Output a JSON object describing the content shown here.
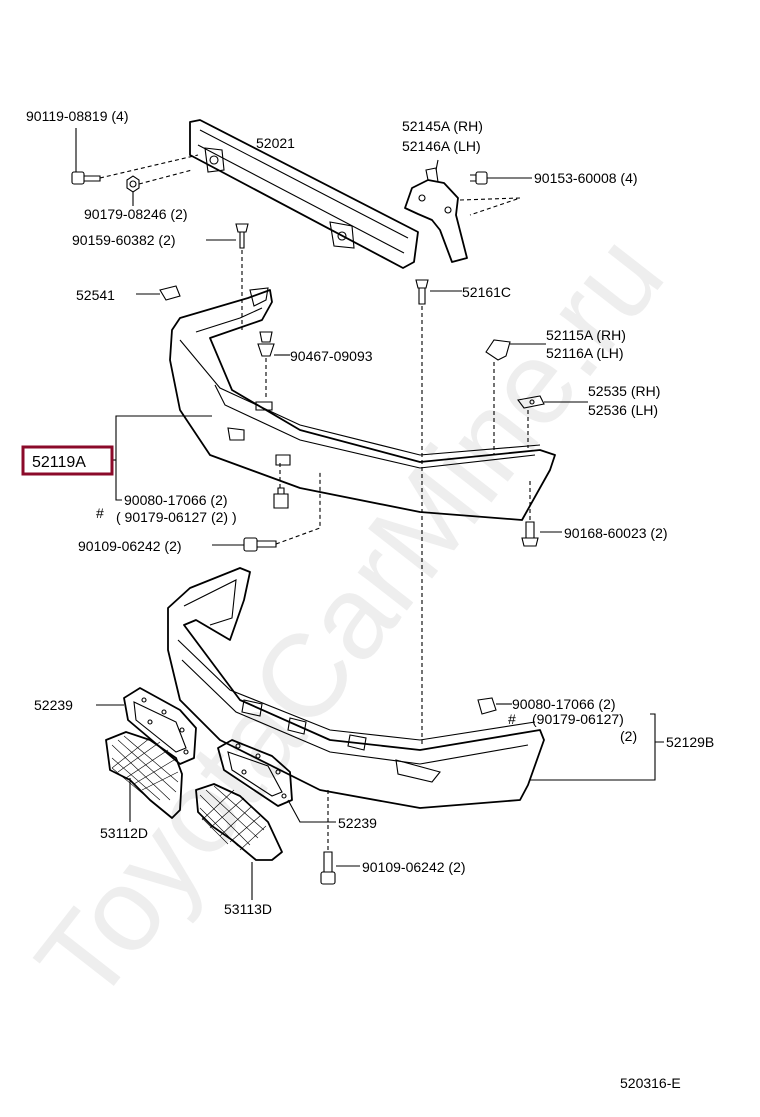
{
  "watermark": "ToyotaCarMine.ru",
  "diagram_code": "520316-E",
  "highlighted_part": "52119A",
  "labels": {
    "p90119": "90119-08819 (4)",
    "p52021": "52021",
    "p52145": "52145A (RH)",
    "p52146": "52146A (LH)",
    "p90153": "90153-60008 (4)",
    "p90179_08246": "90179-08246 (2)",
    "p90159": "90159-60382 (2)",
    "p52541": "52541",
    "p52161": "52161C",
    "p52115": "52115A (RH)",
    "p52116": "52116A (LH)",
    "p90467": "90467-09093",
    "p52535": "52535 (RH)",
    "p52536": "52536 (LH)",
    "p52119": "52119A",
    "hash1": "#",
    "p90080_a": "90080-17066 (2)",
    "p90179_06127_a": "( 90179-06127 (2) )",
    "p90168": "90168-60023 (2)",
    "p90109_a": "90109-06242 (2)",
    "p52239_a": "52239",
    "p90080_b": "90080-17066 (2)",
    "hash2": "#",
    "p90179_06127_b": "(90179-06127)",
    "p90179_06127_b2": "(2)",
    "p52129": "52129B",
    "p53112": "53112D",
    "p52239_b": "52239",
    "p90109_b": "90109-06242 (2)",
    "p53113": "53113D"
  }
}
